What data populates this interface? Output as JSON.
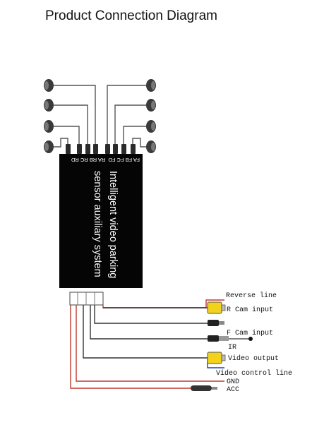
{
  "title": "Product Connection Diagram",
  "module": {
    "label_line1": "Intelligent video parking",
    "label_line2": "sensor auxiliary system",
    "port_labels": "FA FB FC FD  RA RB RC RD"
  },
  "wires": {
    "reverse_line": "Reverse line",
    "r_cam_input": "R Cam input",
    "f_cam_input": "F Cam input",
    "ir": "IR",
    "video_output": "Video output",
    "video_control_line": "Video control line",
    "gnd": "GND",
    "acc": "ACC"
  },
  "colors": {
    "module": "#050505",
    "rca_yellow": "#f2d21b",
    "power_red": "#c0392b",
    "video_control_blue": "#1f3fbf",
    "sensor_gray": "#444444"
  },
  "icons": {
    "sensor": "parking-sensor-icon",
    "rca": "rca-plug-icon",
    "jack": "jack-plug-icon"
  }
}
